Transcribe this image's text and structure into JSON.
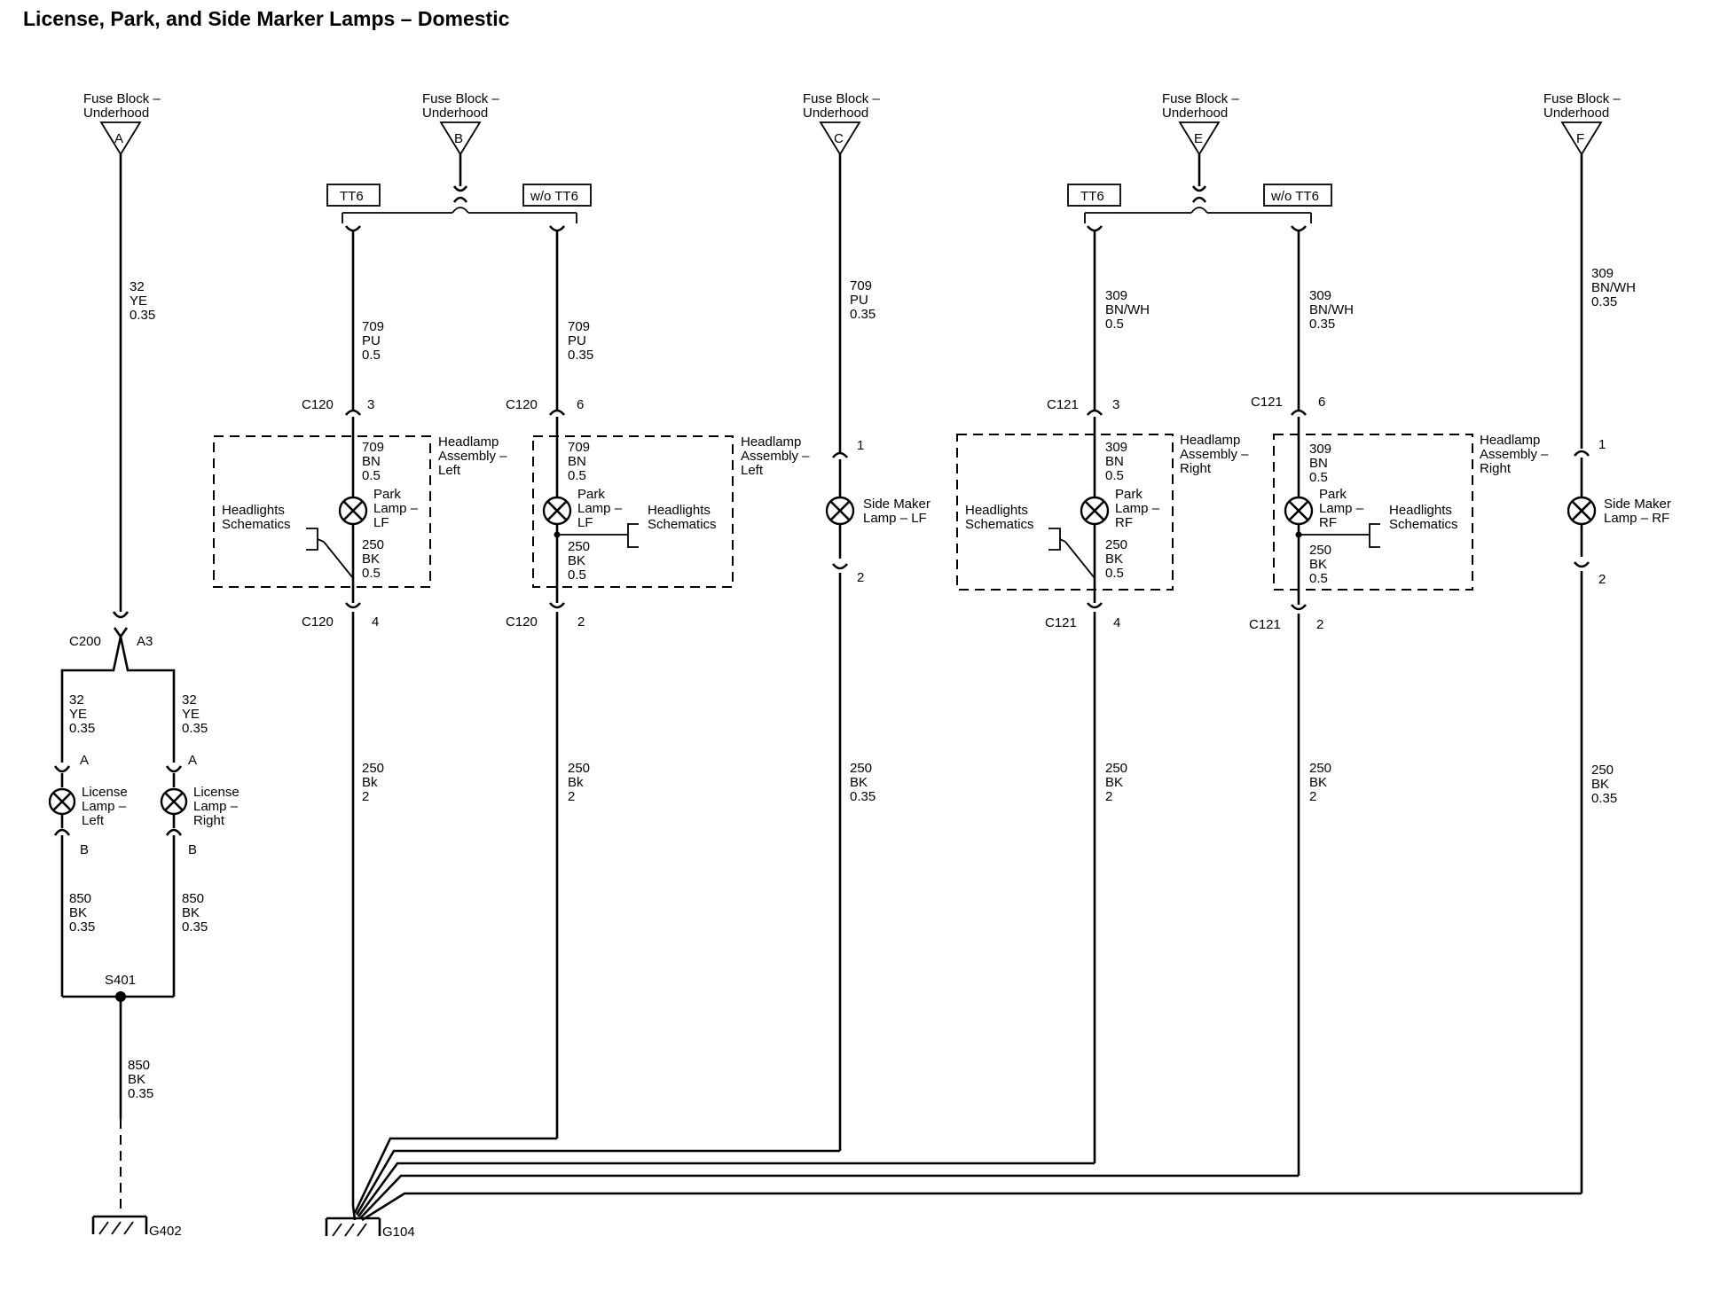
{
  "title": "License, Park, and Side Marker Lamps – Domestic",
  "fuse_block_label_1": "Fuse Block –",
  "fuse_block_label_2": "Underhood",
  "fuses": [
    "A",
    "B",
    "C",
    "E",
    "F"
  ],
  "option_tt6": "TT6",
  "option_wo_tt6": "w/o TT6",
  "connectors": {
    "c120": "C120",
    "c121": "C121",
    "c200": "C200",
    "c200_pin": "A3",
    "splice": "S401",
    "ground_left": "G402",
    "ground_right": "G104"
  },
  "pins": {
    "p1": "1",
    "p2": "2",
    "p3": "3",
    "p4": "4",
    "p6": "6",
    "pA": "A",
    "pB": "B"
  },
  "wires": {
    "w32": [
      "32",
      "YE",
      "0.35"
    ],
    "w709_05": [
      "709",
      "PU",
      "0.5"
    ],
    "w709_035": [
      "709",
      "PU",
      "0.35"
    ],
    "w709_bn": [
      "709",
      "BN",
      "0.5"
    ],
    "w309_05": [
      "309",
      "BN/WH",
      "0.5"
    ],
    "w309_035": [
      "309",
      "BN/WH",
      "0.35"
    ],
    "w309_bn": [
      "309",
      "BN",
      "0.5"
    ],
    "w250_bk05": [
      "250",
      "BK",
      "0.5"
    ],
    "w250_Bk2": [
      "250",
      "Bk",
      "2"
    ],
    "w250_BK2": [
      "250",
      "BK",
      "2"
    ],
    "w250_bk035": [
      "250",
      "BK",
      "0.35"
    ],
    "w850": [
      "850",
      "BK",
      "0.35"
    ]
  },
  "assemblies": {
    "left": [
      "Headlamp",
      "Assembly –",
      "Left"
    ],
    "right": [
      "Headlamp",
      "Assembly –",
      "Right"
    ]
  },
  "headlights_schematics": [
    "Headlights",
    "Schematics"
  ],
  "lamps": {
    "park_lf": [
      "Park",
      "Lamp –",
      "LF"
    ],
    "park_rf": [
      "Park",
      "Lamp –",
      "RF"
    ],
    "side_lf": [
      "Side Maker",
      "Lamp – LF"
    ],
    "side_rf": [
      "Side Maker",
      "Lamp – RF"
    ],
    "license_left": [
      "License",
      "Lamp –",
      "Left"
    ],
    "license_right": [
      "License",
      "Lamp –",
      "Right"
    ]
  }
}
